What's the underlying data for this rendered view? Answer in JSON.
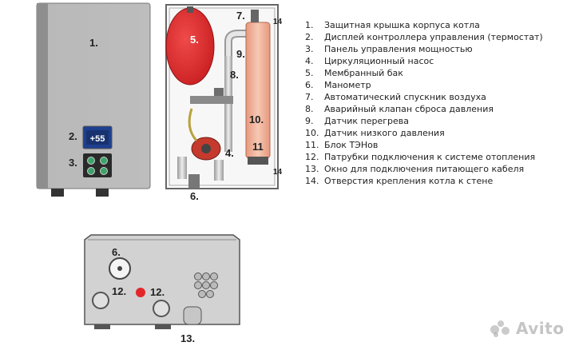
{
  "callouts": {
    "front": [
      "1.",
      "2.",
      "3."
    ],
    "inside": [
      "5.",
      "7.",
      "14",
      "9.",
      "8.",
      "10.",
      "11",
      "4.",
      "14",
      "6."
    ],
    "bottom": [
      "6.",
      "12.",
      "12.",
      "13."
    ]
  },
  "display_value": "+55",
  "legend": [
    {
      "num": "1.",
      "text": "Защитная крышка корпуса котла"
    },
    {
      "num": "2.",
      "text": "Дисплей контроллера управления (термостат)"
    },
    {
      "num": "3.",
      "text": "Панель управления мощностью"
    },
    {
      "num": "4.",
      "text": "Циркуляционный насос"
    },
    {
      "num": "5.",
      "text": "Мембранный бак"
    },
    {
      "num": "6.",
      "text": "Манометр"
    },
    {
      "num": "7.",
      "text": "Автоматический спускник воздуха"
    },
    {
      "num": "8.",
      "text": "Аварийный клапан сброса давления"
    },
    {
      "num": "9.",
      "text": "Датчик перегрева"
    },
    {
      "num": "10.",
      "text": "Датчик низкого давления"
    },
    {
      "num": "11.",
      "text": "Блок ТЭНов"
    },
    {
      "num": "12.",
      "text": "Патрубки подключения к системе отопления"
    },
    {
      "num": "13.",
      "text": "Окно для подключения питающего кабеля"
    },
    {
      "num": "14.",
      "text": "Отверстия крепления котла к стене"
    }
  ],
  "watermark": "Avito",
  "colors": {
    "tank_red": "#e3262a",
    "heater_orange": "#f0b49a",
    "display_blue": "#1d3f8f",
    "body_gray": "#b3b3b3"
  }
}
